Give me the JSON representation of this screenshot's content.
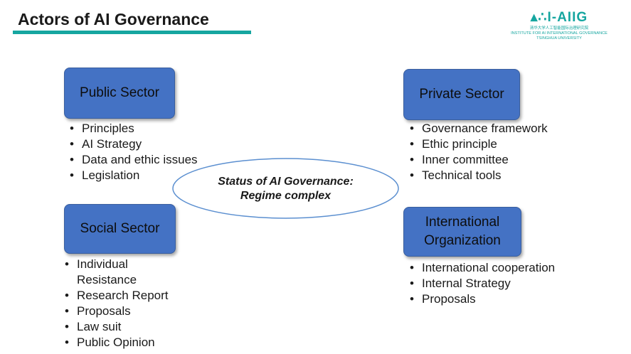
{
  "slide": {
    "title": "Actors of AI Governance",
    "accent_color": "#16a6a0",
    "box_color": "#4472c4"
  },
  "logo": {
    "mark": "I-AIIG",
    "dots": "▴∴",
    "cn_name": "清华大学人工智能国际治理研究院",
    "en_line1": "INSTITUTE FOR AI INTERNATIONAL GOVERNANCE",
    "en_line2": "TSINGHUA  UNIVERSITY"
  },
  "center": {
    "line1": "Status of AI Governance:",
    "line2": "Regime complex"
  },
  "public_sector": {
    "label": "Public Sector",
    "items": [
      "Principles",
      "AI Strategy",
      "Data and ethic issues",
      "Legislation"
    ]
  },
  "private_sector": {
    "label": "Private Sector",
    "items": [
      "Governance framework",
      "Ethic principle",
      "Inner committee",
      "Technical tools"
    ]
  },
  "social_sector": {
    "label": "Social Sector",
    "items": [
      "Individual Resistance",
      "Research Report",
      "Proposals",
      "Law suit",
      "Public Opinion"
    ]
  },
  "international_org": {
    "label_line1": "International",
    "label_line2": "Organization",
    "items": [
      "International cooperation",
      "Internal Strategy",
      "Proposals"
    ]
  }
}
